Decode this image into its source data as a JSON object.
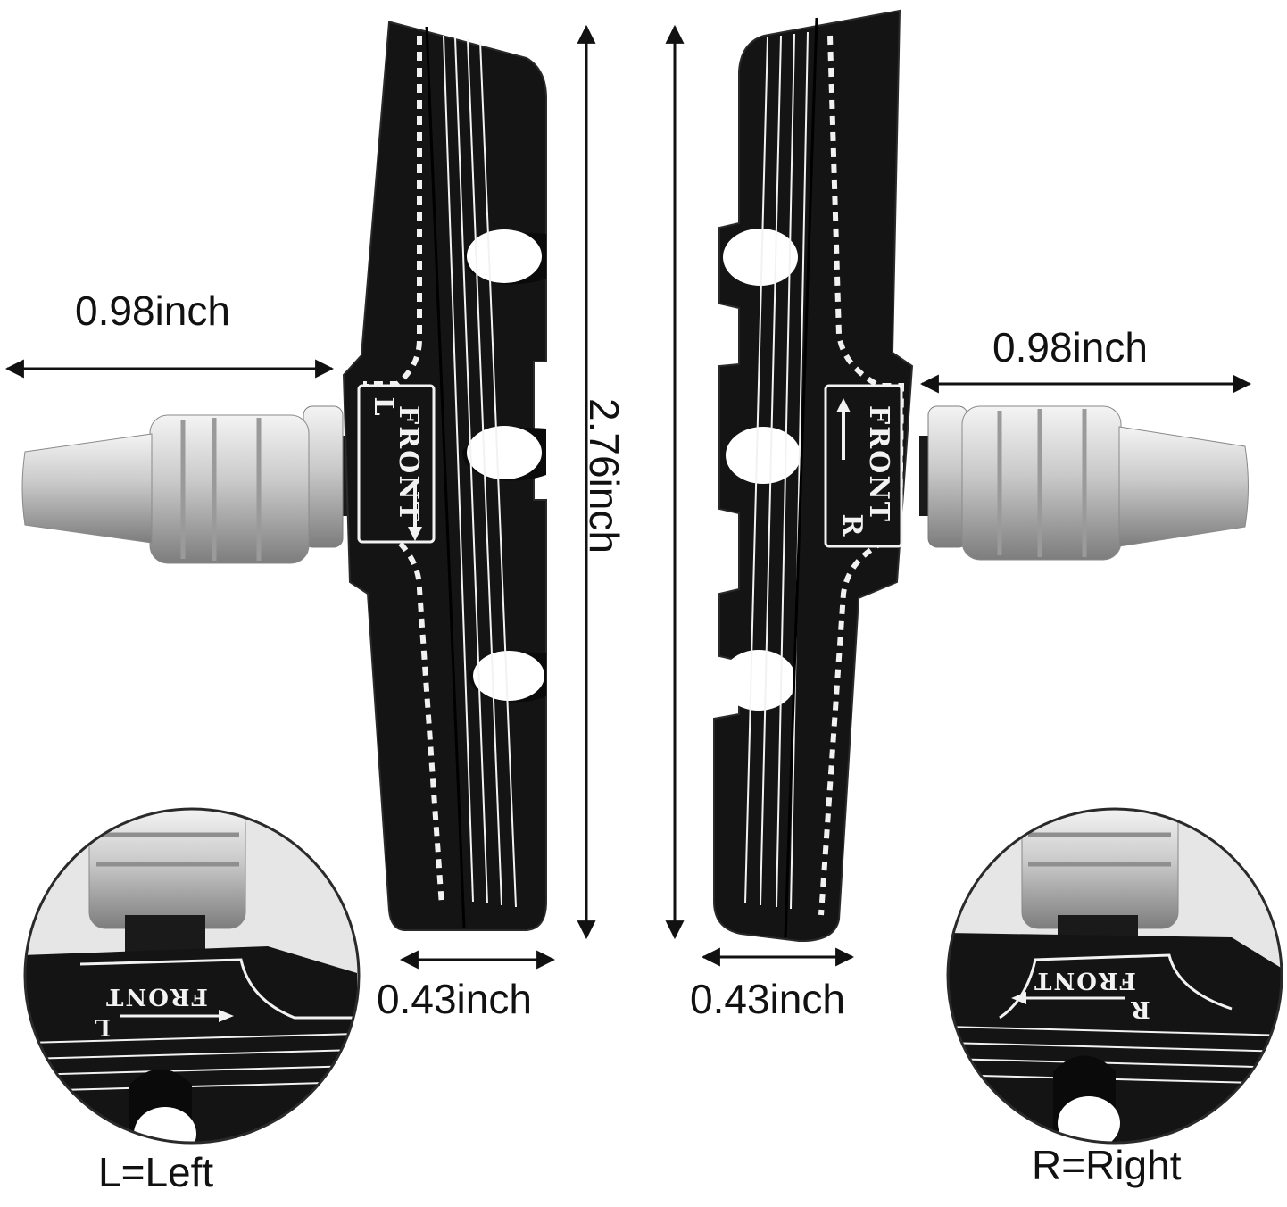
{
  "dimensions": {
    "left_width": "0.98inch",
    "right_width": "0.98inch",
    "height": "2.76inch",
    "left_thickness": "0.43inch",
    "right_thickness": "0.43inch"
  },
  "pad_text": {
    "left_mark": "FRONT",
    "left_letter": "L",
    "right_mark": "FRONT",
    "right_letter": "R"
  },
  "legend": {
    "left": "L=Left",
    "right": "R=Right"
  },
  "colors": {
    "pad": "#121212",
    "pad_edge": "#2a2a2a",
    "print": "#f2f2f2",
    "metal_light": "#d6d6d6",
    "metal_dark": "#8a8a8a",
    "arrow": "#111111"
  }
}
